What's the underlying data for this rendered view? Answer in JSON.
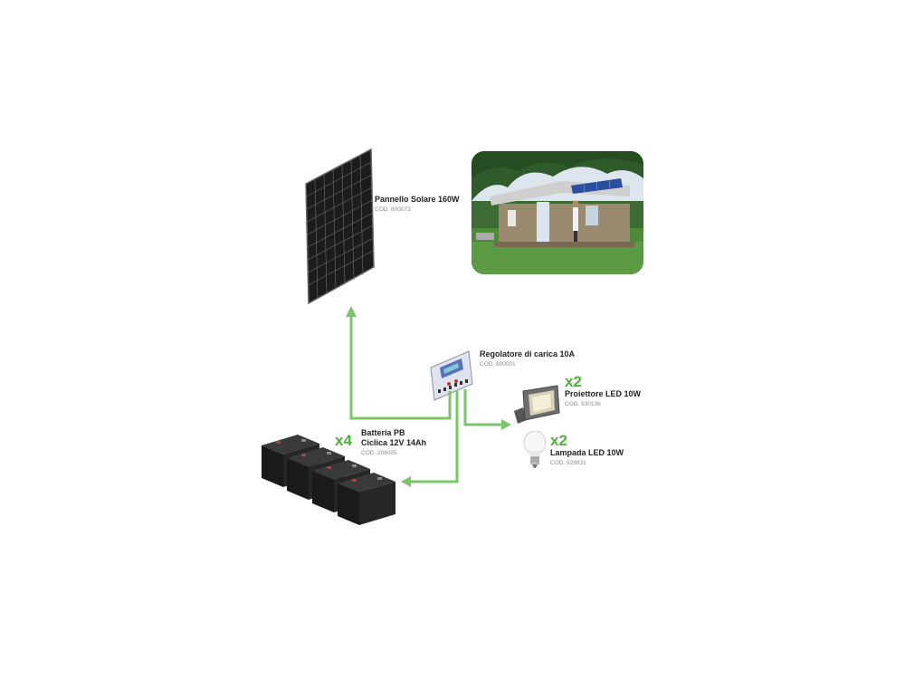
{
  "colors": {
    "arrow": "#7bc46c",
    "qty": "#49b33a",
    "panel": "#111111"
  },
  "panel": {
    "title": "Pannello Solare 160W",
    "code": "COD. 800073"
  },
  "regulator": {
    "title": "Regolatore di carica 10A",
    "code": "COD. 800001"
  },
  "floodlight": {
    "qty": "x2",
    "title": "Proiettore LED 10W",
    "code": "COD. 930136"
  },
  "bulb": {
    "qty": "x2",
    "title": "Lampada LED 10W",
    "code": "COD. 929931"
  },
  "battery": {
    "qty": "x4",
    "title": "Batteria PB\nCiclica 12V 14Ah",
    "code": "COD. 206005"
  },
  "icons": [
    "solar-panel-icon",
    "cabin-photo",
    "charge-controller-icon",
    "led-floodlight-icon",
    "led-bulb-icon",
    "battery-icon"
  ]
}
